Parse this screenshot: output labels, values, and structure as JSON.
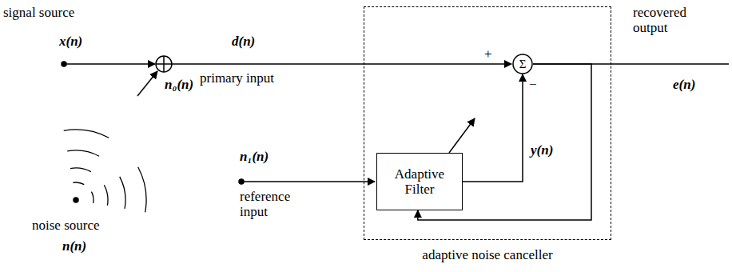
{
  "diagram": {
    "nodes": [
      {
        "text": [
          "adaptive noise canceller"
        ]
      },
      {
        "text": [
          "Σ"
        ],
        "in": 0
      },
      {
        "text": [
          "Adaptive Filter"
        ],
        "in": 0
      }
    ],
    "edges": [
      {
        "from": 2,
        "to": 1,
        "arrow": "to"
      },
      {
        "from": 1,
        "to": 2,
        "arrow": "to"
      }
    ],
    "labels": [
      "signal source",
      "x(n)",
      "d(n)",
      "primary input",
      "n₀(n)",
      "+",
      "−",
      "recovered output",
      "e(n)",
      "n₁(n)",
      "reference input",
      "y(n)",
      "noise source",
      "n(n)"
    ]
  }
}
